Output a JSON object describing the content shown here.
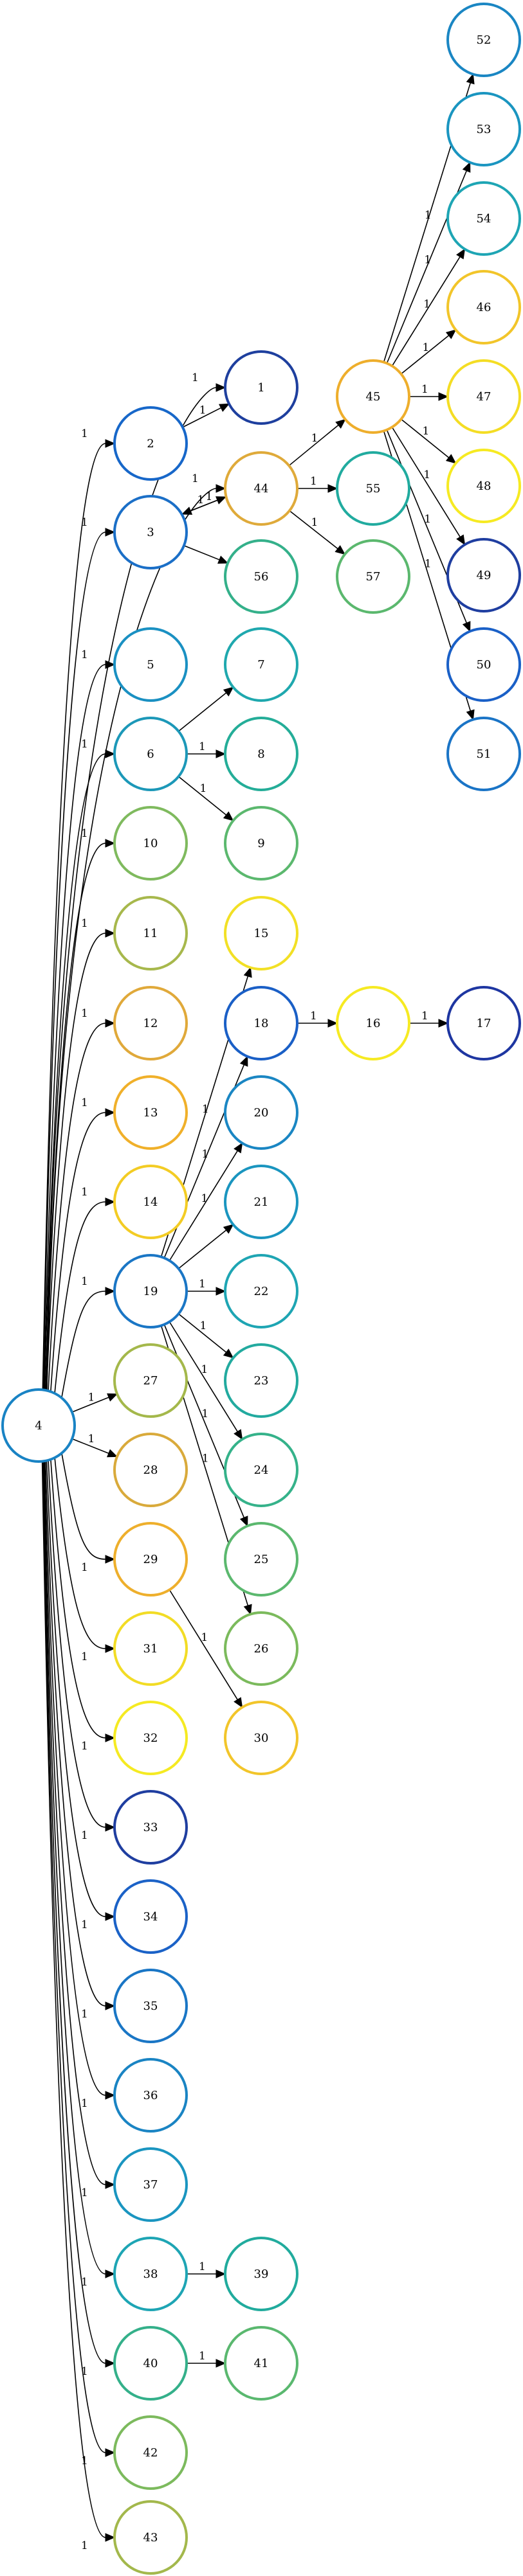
{
  "graph": {
    "nodes": [
      {
        "id": "1",
        "label": "1",
        "color": "#1e3f9e"
      },
      {
        "id": "2",
        "label": "2",
        "color": "#1767c9"
      },
      {
        "id": "3",
        "label": "3",
        "color": "#1b6fc7"
      },
      {
        "id": "4",
        "label": "4",
        "color": "#1983c4"
      },
      {
        "id": "5",
        "label": "5",
        "color": "#1a90c2"
      },
      {
        "id": "6",
        "label": "6",
        "color": "#1c98b8"
      },
      {
        "id": "7",
        "label": "7",
        "color": "#1fa8ae"
      },
      {
        "id": "8",
        "label": "8",
        "color": "#24ad98"
      },
      {
        "id": "9",
        "label": "9",
        "color": "#5bb86e"
      },
      {
        "id": "10",
        "label": "10",
        "color": "#7fba5e"
      },
      {
        "id": "11",
        "label": "11",
        "color": "#a7b84c"
      },
      {
        "id": "12",
        "label": "12",
        "color": "#e0a93a"
      },
      {
        "id": "13",
        "label": "13",
        "color": "#f0b02a"
      },
      {
        "id": "14",
        "label": "14",
        "color": "#f3cc24"
      },
      {
        "id": "15",
        "label": "15",
        "color": "#f2e025"
      },
      {
        "id": "16",
        "label": "16",
        "color": "#f6ea22"
      },
      {
        "id": "17",
        "label": "17",
        "color": "#1e36a1"
      },
      {
        "id": "18",
        "label": "18",
        "color": "#1a5fc6"
      },
      {
        "id": "19",
        "label": "19",
        "color": "#1a76c5"
      },
      {
        "id": "20",
        "label": "20",
        "color": "#1a86c3"
      },
      {
        "id": "21",
        "label": "21",
        "color": "#1a95bf"
      },
      {
        "id": "22",
        "label": "22",
        "color": "#1ea5b3"
      },
      {
        "id": "23",
        "label": "23",
        "color": "#22aa9f"
      },
      {
        "id": "24",
        "label": "24",
        "color": "#35b28a"
      },
      {
        "id": "25",
        "label": "25",
        "color": "#5bb86e"
      },
      {
        "id": "26",
        "label": "26",
        "color": "#7bba5c"
      },
      {
        "id": "27",
        "label": "27",
        "color": "#a4b84b"
      },
      {
        "id": "28",
        "label": "28",
        "color": "#d9aa3b"
      },
      {
        "id": "29",
        "label": "29",
        "color": "#eeaf2c"
      },
      {
        "id": "30",
        "label": "30",
        "color": "#f2c52a"
      },
      {
        "id": "31",
        "label": "31",
        "color": "#f2dc25"
      },
      {
        "id": "32",
        "label": "32",
        "color": "#f5ea22"
      },
      {
        "id": "33",
        "label": "33",
        "color": "#1f3ea0"
      },
      {
        "id": "34",
        "label": "34",
        "color": "#1b62c7"
      },
      {
        "id": "35",
        "label": "35",
        "color": "#1a76c5"
      },
      {
        "id": "36",
        "label": "36",
        "color": "#1a84c3"
      },
      {
        "id": "37",
        "label": "37",
        "color": "#1a95c0"
      },
      {
        "id": "38",
        "label": "38",
        "color": "#1ea5b4"
      },
      {
        "id": "39",
        "label": "39",
        "color": "#21ab9d"
      },
      {
        "id": "40",
        "label": "40",
        "color": "#34b08a"
      },
      {
        "id": "41",
        "label": "41",
        "color": "#5ab86f"
      },
      {
        "id": "42",
        "label": "42",
        "color": "#7cba5d"
      },
      {
        "id": "43",
        "label": "43",
        "color": "#a3b84c"
      },
      {
        "id": "44",
        "label": "44",
        "color": "#dfaa3a"
      },
      {
        "id": "45",
        "label": "45",
        "color": "#eeae2c"
      },
      {
        "id": "46",
        "label": "46",
        "color": "#f2c52a"
      },
      {
        "id": "47",
        "label": "47",
        "color": "#f4dd24"
      },
      {
        "id": "48",
        "label": "48",
        "color": "#f6ea22"
      },
      {
        "id": "49",
        "label": "49",
        "color": "#1f3ea0"
      },
      {
        "id": "50",
        "label": "50",
        "color": "#1a60c7"
      },
      {
        "id": "51",
        "label": "51",
        "color": "#1a74c6"
      },
      {
        "id": "52",
        "label": "52",
        "color": "#1a86c3"
      },
      {
        "id": "53",
        "label": "53",
        "color": "#1a95c0"
      },
      {
        "id": "54",
        "label": "54",
        "color": "#1ea5b4"
      },
      {
        "id": "55",
        "label": "55",
        "color": "#21ab9f"
      },
      {
        "id": "56",
        "label": "56",
        "color": "#34b08a"
      },
      {
        "id": "57",
        "label": "57",
        "color": "#5bb86e"
      }
    ],
    "edges": [
      {
        "id": "e4-1",
        "from": "4",
        "to": "1",
        "label": "1"
      },
      {
        "id": "e4-2",
        "from": "4",
        "to": "2",
        "label": "1"
      },
      {
        "id": "e4-3",
        "from": "4",
        "to": "3",
        "label": "1"
      },
      {
        "id": "e4-44",
        "from": "4",
        "to": "44",
        "label": "1"
      },
      {
        "id": "e4-5",
        "from": "4",
        "to": "5",
        "label": "1"
      },
      {
        "id": "e4-6",
        "from": "4",
        "to": "6",
        "label": "1"
      },
      {
        "id": "e4-10",
        "from": "4",
        "to": "10",
        "label": "1"
      },
      {
        "id": "e4-11",
        "from": "4",
        "to": "11",
        "label": "1"
      },
      {
        "id": "e4-12",
        "from": "4",
        "to": "12",
        "label": "1"
      },
      {
        "id": "e4-13",
        "from": "4",
        "to": "13",
        "label": "1"
      },
      {
        "id": "e4-14",
        "from": "4",
        "to": "14",
        "label": "1"
      },
      {
        "id": "e4-19",
        "from": "4",
        "to": "19",
        "label": "1"
      },
      {
        "id": "e4-27",
        "from": "4",
        "to": "27",
        "label": "1"
      },
      {
        "id": "e4-28",
        "from": "4",
        "to": "28",
        "label": "1"
      },
      {
        "id": "e4-29",
        "from": "4",
        "to": "29",
        "label": "1"
      },
      {
        "id": "e4-31",
        "from": "4",
        "to": "31",
        "label": "1"
      },
      {
        "id": "e4-32",
        "from": "4",
        "to": "32",
        "label": "1"
      },
      {
        "id": "e4-33",
        "from": "4",
        "to": "33",
        "label": "1"
      },
      {
        "id": "e4-34",
        "from": "4",
        "to": "34",
        "label": "1"
      },
      {
        "id": "e4-35",
        "from": "4",
        "to": "35",
        "label": "1"
      },
      {
        "id": "e4-36",
        "from": "4",
        "to": "36",
        "label": "1"
      },
      {
        "id": "e4-37",
        "from": "4",
        "to": "37",
        "label": "1"
      },
      {
        "id": "e4-38",
        "from": "4",
        "to": "38",
        "label": "1"
      },
      {
        "id": "e4-40",
        "from": "4",
        "to": "40",
        "label": "1"
      },
      {
        "id": "e4-42",
        "from": "4",
        "to": "42",
        "label": "1"
      },
      {
        "id": "e4-43",
        "from": "4",
        "to": "43",
        "label": "1"
      },
      {
        "id": "e2-1",
        "from": "2",
        "to": "1",
        "label": "1"
      },
      {
        "id": "e3-44",
        "from": "3",
        "to": "44",
        "label": "1"
      },
      {
        "id": "e44-3",
        "from": "44",
        "to": "3",
        "label": "1"
      },
      {
        "id": "e3-56",
        "from": "3",
        "to": "56",
        "label": ""
      },
      {
        "id": "e44-45",
        "from": "44",
        "to": "45",
        "label": "1"
      },
      {
        "id": "e44-55",
        "from": "44",
        "to": "55",
        "label": "1"
      },
      {
        "id": "e44-57",
        "from": "44",
        "to": "57",
        "label": "1"
      },
      {
        "id": "e45-52",
        "from": "45",
        "to": "52",
        "label": "1"
      },
      {
        "id": "e45-53",
        "from": "45",
        "to": "53",
        "label": "1"
      },
      {
        "id": "e45-54",
        "from": "45",
        "to": "54",
        "label": "1"
      },
      {
        "id": "e45-46",
        "from": "45",
        "to": "46",
        "label": "1"
      },
      {
        "id": "e45-47",
        "from": "45",
        "to": "47",
        "label": "1"
      },
      {
        "id": "e45-48",
        "from": "45",
        "to": "48",
        "label": "1"
      },
      {
        "id": "e45-49",
        "from": "45",
        "to": "49",
        "label": "1"
      },
      {
        "id": "e45-50",
        "from": "45",
        "to": "50",
        "label": "1"
      },
      {
        "id": "e45-51",
        "from": "45",
        "to": "51",
        "label": "1"
      },
      {
        "id": "e6-7",
        "from": "6",
        "to": "7",
        "label": ""
      },
      {
        "id": "e6-8",
        "from": "6",
        "to": "8",
        "label": "1"
      },
      {
        "id": "e6-9",
        "from": "6",
        "to": "9",
        "label": "1"
      },
      {
        "id": "e19-15",
        "from": "19",
        "to": "15",
        "label": "1"
      },
      {
        "id": "e19-18",
        "from": "19",
        "to": "18",
        "label": "1"
      },
      {
        "id": "e18-16",
        "from": "18",
        "to": "16",
        "label": "1"
      },
      {
        "id": "e16-17",
        "from": "16",
        "to": "17",
        "label": "1"
      },
      {
        "id": "e19-20",
        "from": "19",
        "to": "20",
        "label": "1"
      },
      {
        "id": "e19-21",
        "from": "19",
        "to": "21",
        "label": ""
      },
      {
        "id": "e19-22",
        "from": "19",
        "to": "22",
        "label": "1"
      },
      {
        "id": "e19-23",
        "from": "19",
        "to": "23",
        "label": "1"
      },
      {
        "id": "e19-24",
        "from": "19",
        "to": "24",
        "label": "1"
      },
      {
        "id": "e19-25",
        "from": "19",
        "to": "25",
        "label": "1"
      },
      {
        "id": "e19-26",
        "from": "19",
        "to": "26",
        "label": "1"
      },
      {
        "id": "e29-30",
        "from": "29",
        "to": "30",
        "label": "1"
      },
      {
        "id": "e38-39",
        "from": "38",
        "to": "39",
        "label": "1"
      },
      {
        "id": "e40-41",
        "from": "40",
        "to": "41",
        "label": "1"
      }
    ]
  }
}
